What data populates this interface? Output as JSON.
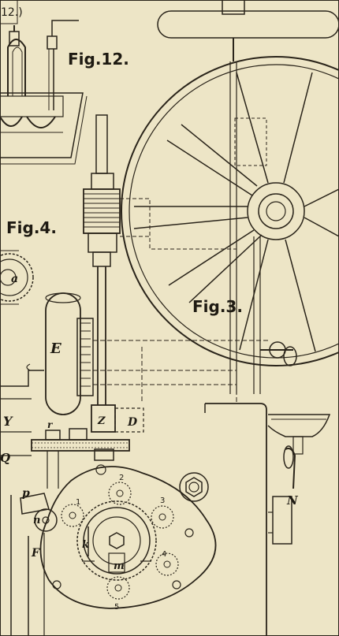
{
  "plate_number": "12.)",
  "figures": {
    "fig12": "Fig.12.",
    "fig4": "Fig.4.",
    "fig3": "Fig.3."
  },
  "part_letters": {
    "E": "E",
    "Z": "Z",
    "D": "D",
    "Y": "Y",
    "Q": "Q",
    "r": "r",
    "p": "p",
    "n": "n",
    "F": "F",
    "k": "k",
    "m": "m",
    "N": "N",
    "a": "a"
  },
  "gear_numbers": [
    "1",
    "2",
    "3",
    "4",
    "5"
  ],
  "colors": {
    "paper": "#ede5c6",
    "ink": "#2a241a"
  }
}
